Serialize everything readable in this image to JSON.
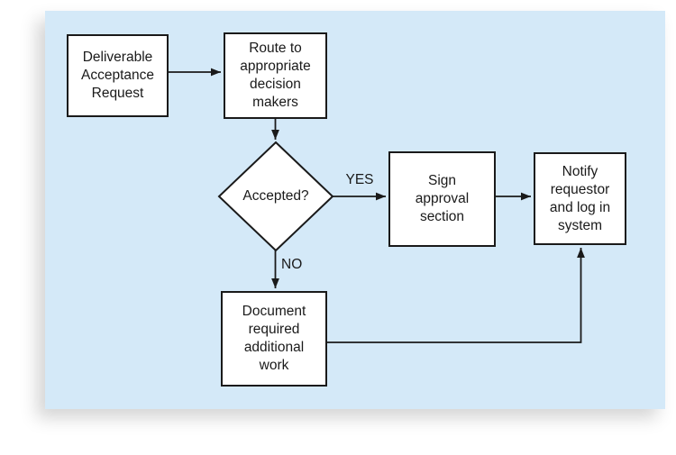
{
  "diagram": {
    "type": "flowchart",
    "description": "Deliverable acceptance workflow",
    "nodes": {
      "deliverable": {
        "shape": "process",
        "label": "Deliverable\nAcceptance\nRequest"
      },
      "route": {
        "shape": "process",
        "label": "Route to\nappropriate\ndecision\nmakers"
      },
      "accepted": {
        "shape": "decision",
        "label": "Accepted?"
      },
      "sign": {
        "shape": "process",
        "label": "Sign\napproval\nsection"
      },
      "notify": {
        "shape": "process",
        "label": "Notify\nrequestor\nand log in\nsystem"
      },
      "document": {
        "shape": "process",
        "label": "Document\nrequired\nadditional\nwork"
      }
    },
    "edges": [
      {
        "from": "deliverable",
        "to": "route",
        "label": ""
      },
      {
        "from": "route",
        "to": "accepted",
        "label": ""
      },
      {
        "from": "accepted",
        "to": "sign",
        "label": "YES"
      },
      {
        "from": "sign",
        "to": "notify",
        "label": ""
      },
      {
        "from": "accepted",
        "to": "document",
        "label": "NO"
      },
      {
        "from": "document",
        "to": "notify",
        "label": ""
      }
    ],
    "colors": {
      "page_background": "#ffffff",
      "panel_background": "#d4e9f8",
      "node_fill": "#ffffff",
      "line": "#1a1a1a",
      "text": "#1a1a1a"
    }
  }
}
